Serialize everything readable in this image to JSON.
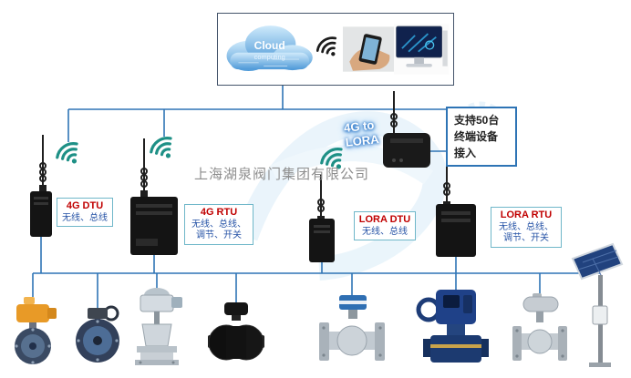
{
  "watermark": {
    "company": "上海湖泉阀门集团有限公司"
  },
  "cloud": {
    "title": "Cloud",
    "subtitle": "computing"
  },
  "gateway": {
    "line1": "4G to",
    "line2": "LORA"
  },
  "callout": {
    "line1": "支持50台",
    "line2": "终端设备",
    "line3": "接入"
  },
  "labels": {
    "dtu4g": {
      "title": "4G DTU",
      "desc1": "无线、总线"
    },
    "rtu4g": {
      "title": "4G RTU",
      "desc1": "无线、总线、",
      "desc2": "调节、开关"
    },
    "loradtu": {
      "title": "LORA DTU",
      "desc1": "无线、总线"
    },
    "lorartu": {
      "title": "LORA RTU",
      "desc1": "无线、总线、",
      "desc2": "调节、开关"
    }
  },
  "icons": {
    "wifi": "wifi-icon",
    "antenna": "antenna-icon",
    "cloud": "cloud-computing-icon",
    "phone": "phone-in-hand-photo",
    "monitor": "computer-monitor-photo",
    "solar": "solar-panel-icon"
  },
  "colors": {
    "wire": "#2e74b5",
    "wifi": "#1e9086",
    "label_border": "#6fb7c9",
    "label_title": "#c00000",
    "label_desc": "#2653a6",
    "callout_border": "#2e74b5"
  }
}
